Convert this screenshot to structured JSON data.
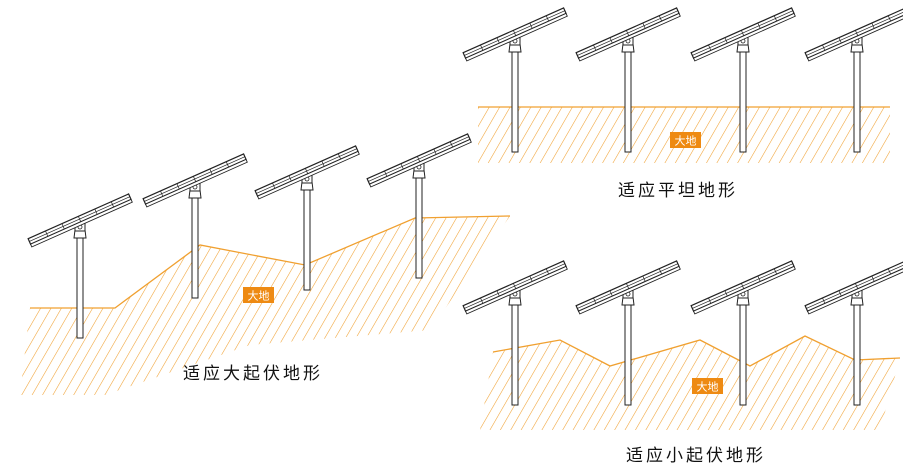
{
  "colors": {
    "ground": "#f0a030",
    "label_bg": "#ee8a12",
    "label_text": "#ffffff",
    "structure": "#222222"
  },
  "scenes": {
    "large_undulating": {
      "ground_label": "大地",
      "caption": "适应大起伏地形"
    },
    "flat": {
      "ground_label": "大地",
      "caption": "适应平坦地形"
    },
    "small_undulating": {
      "ground_label": "大地",
      "caption": "适应小起伏地形"
    }
  }
}
